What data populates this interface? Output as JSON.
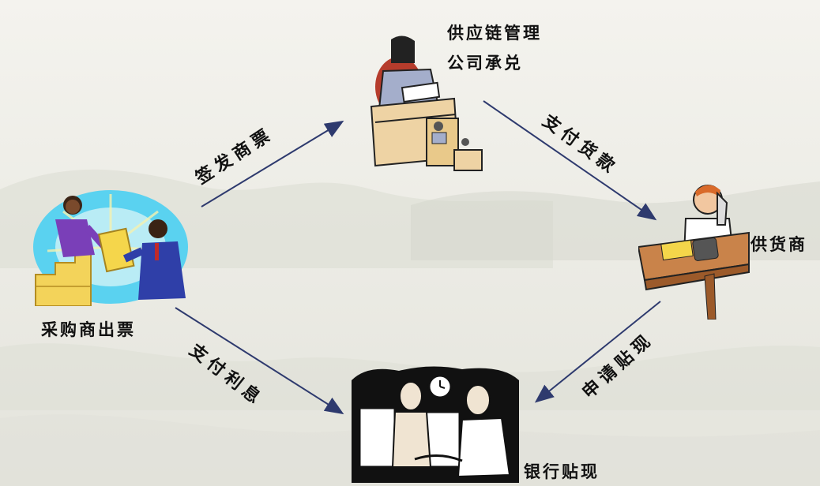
{
  "nodes": {
    "buyer": {
      "label": "采购商出票"
    },
    "scm": {
      "label_line1": "供应链管理",
      "label_line2": "公司承兑"
    },
    "supplier": {
      "label": "供货商"
    },
    "bank": {
      "label": "银行贴现"
    }
  },
  "edges": {
    "issue_bill": {
      "label": "签发商票"
    },
    "pay_goods": {
      "label": "支付货款"
    },
    "apply_discount": {
      "label": "申请贴现"
    },
    "pay_interest": {
      "label": "支付利息"
    }
  },
  "colors": {
    "arrow": "#2e3a6e",
    "background": "#f2f1ea",
    "accent_yellow": "#f4d64a",
    "accent_blue": "#2f3fa8",
    "desk": "#e9c98a"
  }
}
